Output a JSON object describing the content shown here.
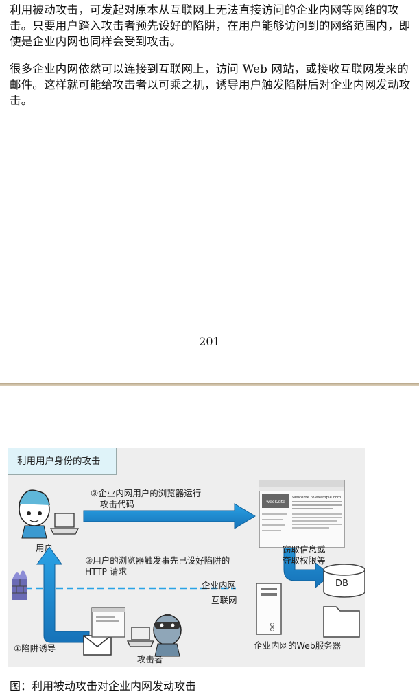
{
  "text": {
    "paragraph1": "利用被动攻击，可发起对原本从互联网上无法直接访问的企业内网等网络的攻击。只要用户踏入攻击者预先设好的陷阱，在用户能够访问到的网络范围内，即使是企业内网也同样会受到攻击。",
    "paragraph2": "很多企业内网依然可以连接到互联网上，访问 Web 网站，或接收互联网发来的邮件。这样就可能给攻击者以可乘之机，诱导用户触发陷阱后对企业内网发动攻击。",
    "page_number": "201"
  },
  "figure": {
    "title": "利用用户身份的攻击",
    "step3_line1": "③企业内网用户的浏览器运行",
    "step3_line2": "攻击代码",
    "user_label": "用户",
    "step2_line1": "②用户的浏览器触发事先已设好陷阱的",
    "step2_line2": "HTTP 请求",
    "steal_line1": "窃取信息或",
    "steal_line2": "夺取权限等",
    "db_label": "DB",
    "intranet_label": "企业内网",
    "internet_label": "互联网",
    "step1_label": "①陷阱诱导",
    "attacker_label": "攻击者",
    "server_label": "企业内网的Web服务器",
    "browser_site_title": "Welcome to example.com",
    "browser_logo": "weekZite"
  },
  "caption": "图：利用被动攻击对企业内网发动攻击",
  "colors": {
    "arrow": "#1f8fd4",
    "arrow_dark": "#1a6fa8",
    "divider": "#b8a78a",
    "figure_bg": "#eeeeee",
    "title_box": "#dff3f9"
  }
}
